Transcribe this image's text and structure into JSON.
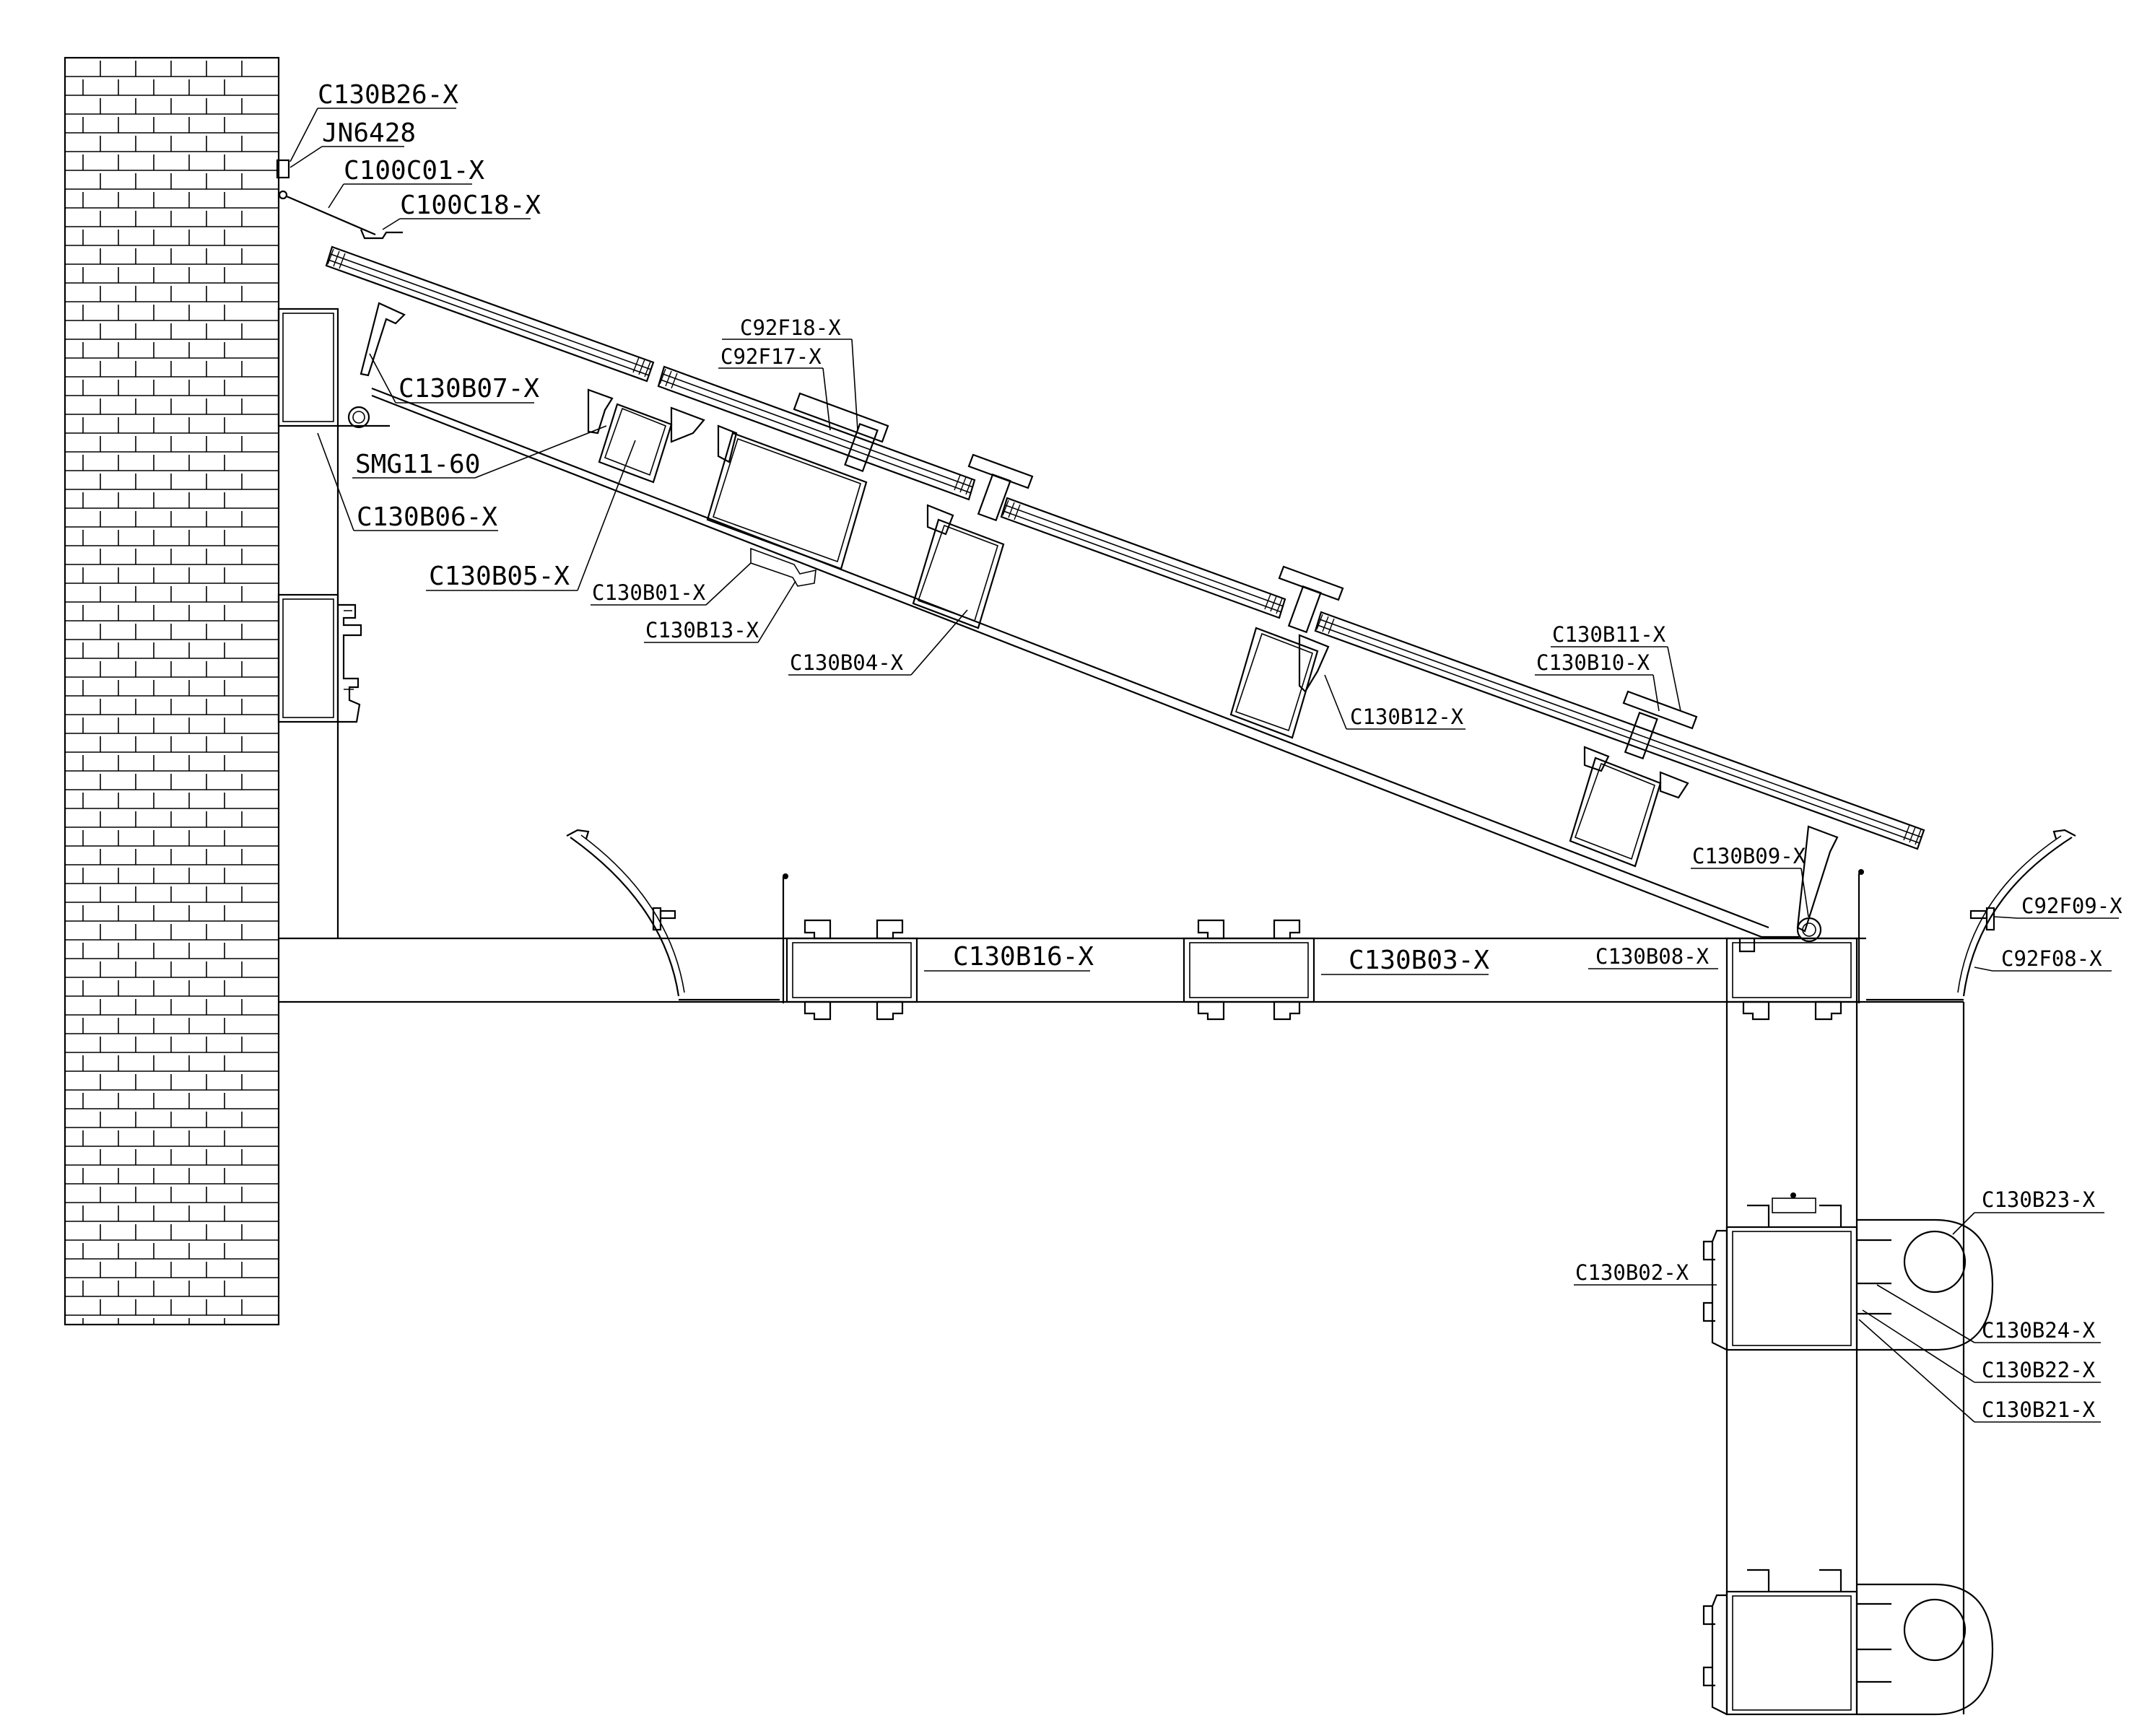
{
  "labels": {
    "c130b26": "C130B26-X",
    "jn6428": "JN6428",
    "c100c01": "C100C01-X",
    "c100c18": "C100C18-X",
    "c92f18": "C92F18-X",
    "c92f17": "C92F17-X",
    "c130b07": "C130B07-X",
    "smg1160": "SMG11-60",
    "c130b06": "C130B06-X",
    "c130b05": "C130B05-X",
    "c130b01": "C130B01-X",
    "c130b13": "C130B13-X",
    "c130b04": "C130B04-X",
    "c130b11": "C130B11-X",
    "c130b10": "C130B10-X",
    "c130b12": "C130B12-X",
    "c130b09": "C130B09-X",
    "c92f09": "C92F09-X",
    "c92f08": "C92F08-X",
    "c130b16": "C130B16-X",
    "c130b03": "C130B03-X",
    "c130b08": "C130B08-X",
    "c130b23": "C130B23-X",
    "c130b02": "C130B02-X",
    "c130b24": "C130B24-X",
    "c130b22": "C130B22-X",
    "c130b21": "C130B21-X"
  }
}
